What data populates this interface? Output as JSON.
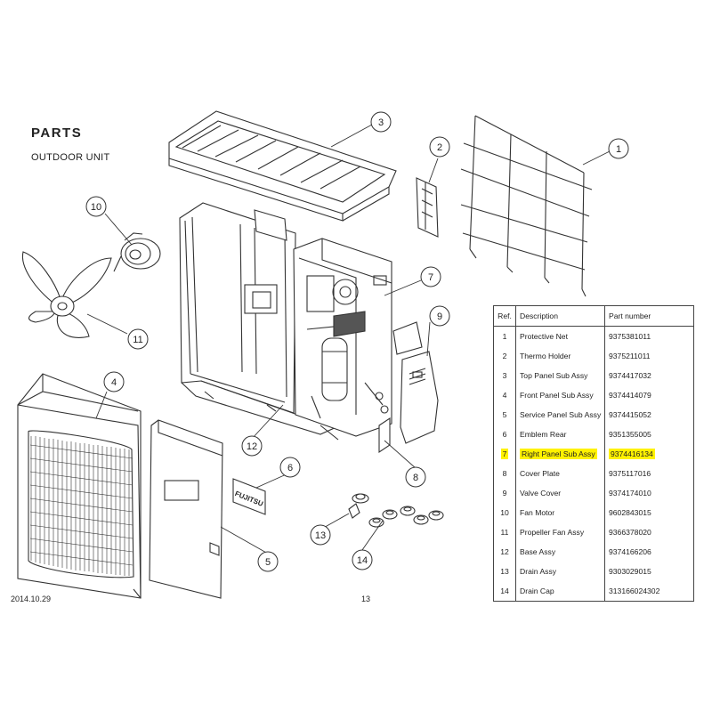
{
  "header": {
    "title": "PARTS",
    "subtitle": "OUTDOOR UNIT"
  },
  "colors": {
    "highlight": "#fff200",
    "line": "#333333"
  },
  "callouts": [
    "1",
    "2",
    "3",
    "4",
    "5",
    "6",
    "7",
    "8",
    "9",
    "10",
    "11",
    "12",
    "13",
    "14"
  ],
  "emblem_text": "FUJITSU",
  "table": {
    "headers": [
      "Ref.",
      "Description",
      "Part number"
    ],
    "highlighted_ref": "7",
    "rows": [
      {
        "ref": "1",
        "description": "Protective Net",
        "part": "9375381011"
      },
      {
        "ref": "2",
        "description": "Thermo Holder",
        "part": "9375211011"
      },
      {
        "ref": "3",
        "description": "Top Panel Sub Assy",
        "part": "9374417032"
      },
      {
        "ref": "4",
        "description": "Front Panel Sub Assy",
        "part": "9374414079"
      },
      {
        "ref": "5",
        "description": "Service Panel Sub Assy",
        "part": "9374415052"
      },
      {
        "ref": "6",
        "description": "Emblem Rear",
        "part": "9351355005"
      },
      {
        "ref": "7",
        "description": "Right Panel Sub Assy",
        "part": "9374416134"
      },
      {
        "ref": "8",
        "description": "Cover Plate",
        "part": "9375117016"
      },
      {
        "ref": "9",
        "description": "Valve Cover",
        "part": "9374174010"
      },
      {
        "ref": "10",
        "description": "Fan Motor",
        "part": "9602843015"
      },
      {
        "ref": "11",
        "description": "Propeller Fan Assy",
        "part": "9366378020"
      },
      {
        "ref": "12",
        "description": "Base Assy",
        "part": "9374166206"
      },
      {
        "ref": "13",
        "description": "Drain Assy",
        "part": "9303029015"
      },
      {
        "ref": "14",
        "description": "Drain Cap",
        "part": "313166024302"
      }
    ]
  },
  "footer": {
    "date": "2014.10.29",
    "page": "13"
  }
}
